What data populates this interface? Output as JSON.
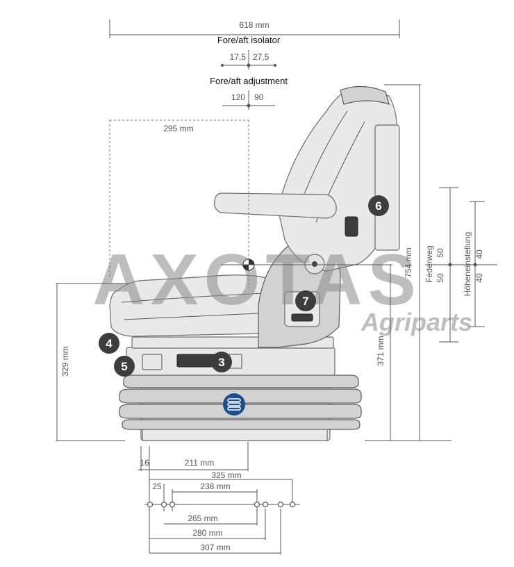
{
  "dimensions": {
    "width_618": "618 mm",
    "isolator_title": "Fore/aft isolator",
    "isolator_left": "17,5",
    "isolator_right": "27,5",
    "adjust_title": "Fore/aft adjustment",
    "adjust_left": "120",
    "adjust_right": "90",
    "w_295": "295 mm",
    "h_754": "754 mm",
    "federweg_label": "Federweg",
    "federweg_a": "50",
    "federweg_b": "50",
    "hoehe_label": "Höheneinstellung",
    "hoehe_a": "40",
    "hoehe_b": "40",
    "h_329": "329 mm",
    "h_371": "371 mm",
    "w_16": "16",
    "w_211": "211 mm",
    "w_325": "325 mm",
    "w_25": "25",
    "w_238": "238 mm",
    "w_265": "265 mm",
    "w_280": "280 mm",
    "w_307": "307 mm"
  },
  "badges": {
    "b3": "3",
    "b4": "4",
    "b5": "5",
    "b6": "6",
    "b7": "7"
  },
  "watermark": {
    "brand": "AXOTAS",
    "sub": "Agriparts"
  },
  "colors": {
    "badge": "#3d3d3d",
    "suspension_icon": "#1f4e8c",
    "watermark": "#8a8a8a"
  }
}
